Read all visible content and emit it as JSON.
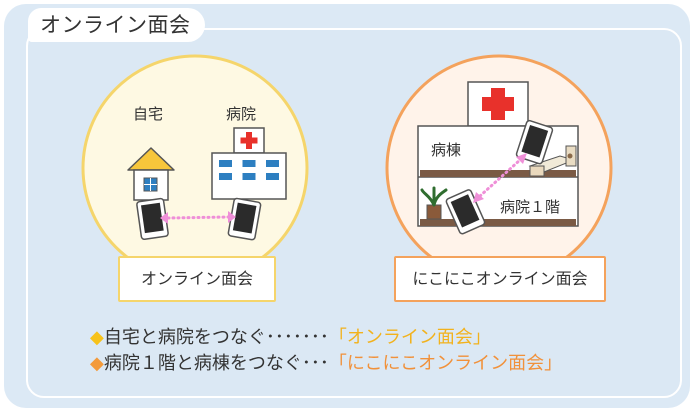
{
  "title": "オンライン面会",
  "left_scene": {
    "home_label": "自宅",
    "hospital_label": "病院",
    "caption": "オンライン面会"
  },
  "right_scene": {
    "ward_label": "病棟",
    "floor_label": "病院１階",
    "caption": "にこにこオンライン面会"
  },
  "legend": [
    {
      "marker": "◆",
      "text": "自宅と病院をつなぐ･･･････",
      "highlight": "「オンライン面会」"
    },
    {
      "marker": "◆",
      "text": "病院１階と病棟をつなぐ･･･",
      "highlight": "「にこにこオンライン面会」"
    }
  ],
  "colors": {
    "background": "#dce9f5",
    "yellow_accent": "#f5d56b",
    "orange_accent": "#f4a25c",
    "connection_line": "#ef8fd8",
    "red_cross": "#e8312b"
  }
}
